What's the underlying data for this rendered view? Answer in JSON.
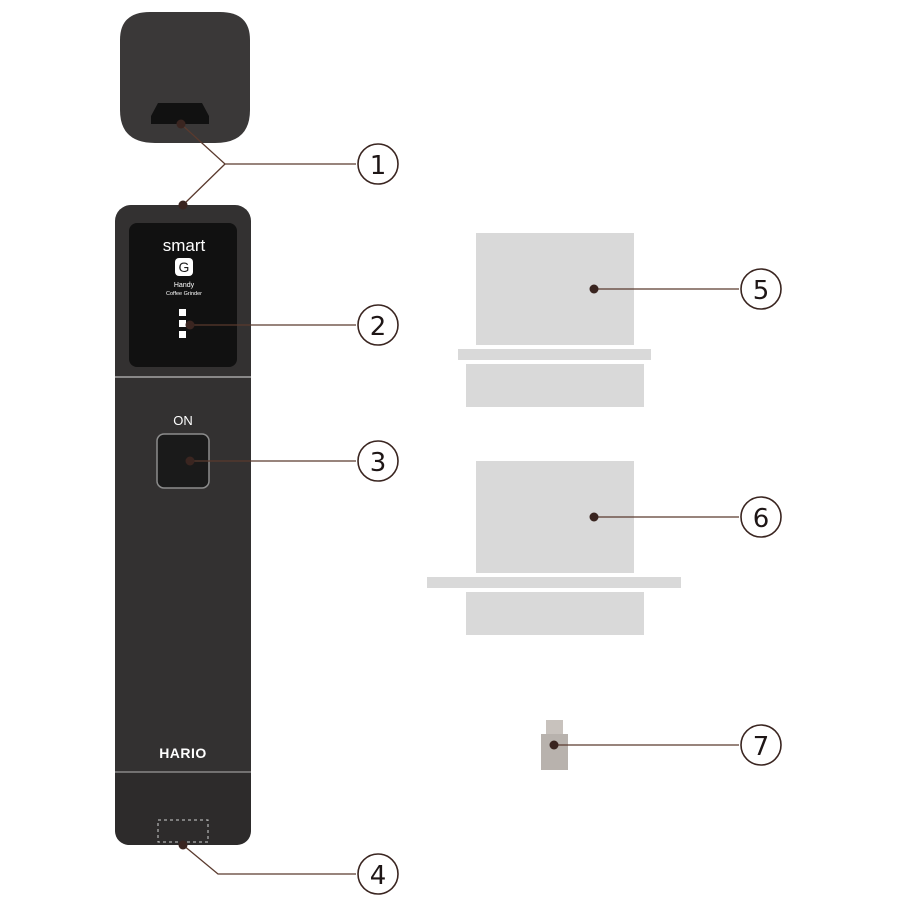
{
  "product": {
    "brand_line1": "smart",
    "brand_badge": "G",
    "brand_line2": "Handy",
    "brand_line3": "Coffee Grinder",
    "button_label": "ON",
    "maker": "HARIO"
  },
  "callouts": [
    {
      "number": "1"
    },
    {
      "number": "2"
    },
    {
      "number": "3"
    },
    {
      "number": "4"
    },
    {
      "number": "5"
    },
    {
      "number": "6"
    },
    {
      "number": "7"
    }
  ],
  "colors": {
    "body": "#333131",
    "body_dark": "#2a2828",
    "cap": "#3a3838",
    "panel": "#111111",
    "part_grey": "#d9d9d9",
    "small_part": "#b8b2ad",
    "leader": "#5a3a2e",
    "dot": "#3a2520"
  }
}
